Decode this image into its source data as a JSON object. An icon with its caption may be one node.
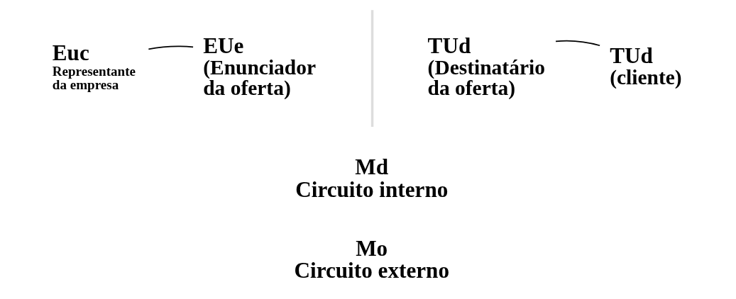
{
  "diagram": {
    "nodes": [
      {
        "text": [
          "Euc",
          "Representante da empresa"
        ]
      },
      {
        "text": [
          "EUe",
          "(Enunciador da oferta)"
        ]
      },
      {
        "text": [
          "TUd",
          "(Destinatário da oferta)"
        ]
      },
      {
        "text": [
          "TUd",
          "(cliente)"
        ]
      }
    ],
    "edges": [
      {
        "from": 0,
        "to": 1,
        "arrow": "none"
      },
      {
        "from": 2,
        "to": 3,
        "arrow": "none"
      }
    ],
    "labels": [
      "Md",
      "Circuito interno",
      "Mo",
      "Circuito externo"
    ]
  }
}
